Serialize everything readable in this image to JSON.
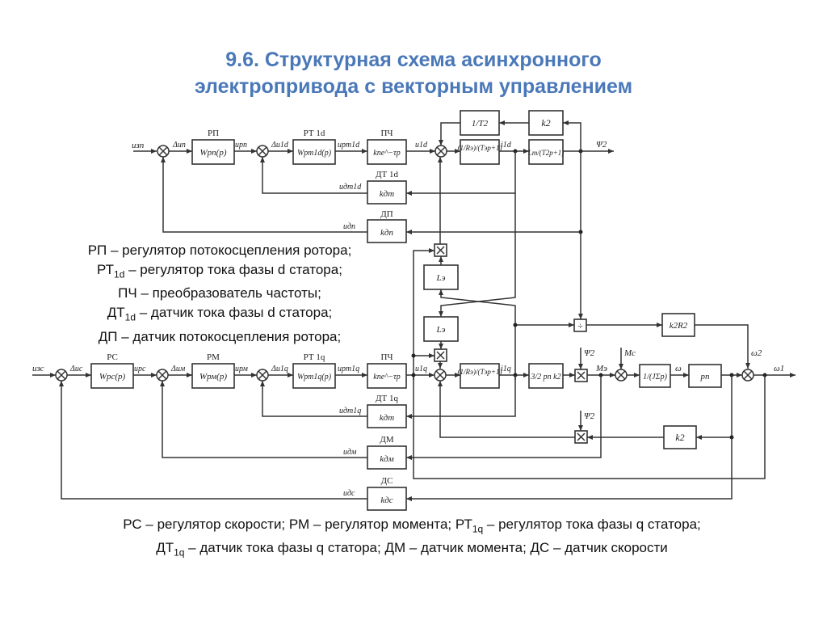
{
  "title": {
    "line1": "9.6. Структурная схема асинхронного",
    "line2": "электропривода с векторным управлением"
  },
  "legend_top": [
    {
      "abbr": "РП",
      "sub": "",
      "text": " – регулятор потокосцепления ротора;"
    },
    {
      "abbr": "РТ",
      "sub": "1d",
      "text": " – регулятор тока фазы d статора;"
    },
    {
      "abbr": "ПЧ",
      "sub": "",
      "text": " – преобразователь частоты;"
    },
    {
      "abbr": "ДТ",
      "sub": "1d",
      "text": " – датчик тока фазы d статора;"
    },
    {
      "abbr": "ДП",
      "sub": "",
      "text": " – датчик потокосцепления ротора;"
    }
  ],
  "legend_bottom": {
    "line1": [
      {
        "abbr": "РС",
        "sub": "",
        "text": " – регулятор скорости; "
      },
      {
        "abbr": "РМ",
        "sub": "",
        "text": " – регулятор момента; "
      },
      {
        "abbr": "РТ",
        "sub": "1q",
        "text": " – регулятор тока фазы q статора;"
      }
    ],
    "line2": [
      {
        "abbr": "ДТ",
        "sub": "1q",
        "text": " – датчик тока фазы q статора; "
      },
      {
        "abbr": "ДМ",
        "sub": "",
        "text": " – датчик момента; "
      },
      {
        "abbr": "ДС",
        "sub": "",
        "text": " – датчик скорости"
      }
    ]
  },
  "diagram": {
    "blocks": {
      "rp": {
        "caption": "РП",
        "tf": "Wрп(p)"
      },
      "rt1d": {
        "caption": "РТ 1d",
        "tf": "Wрт1d(p)"
      },
      "pch_d": {
        "caption": "ПЧ",
        "tf": "kпe^−τp"
      },
      "inv_t2": {
        "tf": "1/T2"
      },
      "k2_top": {
        "tf": "k2"
      },
      "stator_d": {
        "tf": "(1/Rэ)/(Tэp+1)"
      },
      "rotor_flux": {
        "tf": "Lm/(T2p+1)"
      },
      "dt1d": {
        "caption": "ДТ 1d",
        "tf": "kдт"
      },
      "dp": {
        "caption": "ДП",
        "tf": "kдп"
      },
      "le_top": {
        "tf": "Lэ"
      },
      "le_bot": {
        "tf": "Lэ"
      },
      "k2r2": {
        "tf": "k2R2"
      },
      "rs": {
        "caption": "РС",
        "tf": "Wрс(p)"
      },
      "rm": {
        "caption": "РМ",
        "tf": "Wрм(p)"
      },
      "rt1q": {
        "caption": "РТ 1q",
        "tf": "Wрт1q(p)"
      },
      "pch_q": {
        "caption": "ПЧ",
        "tf": "kпe^−τp"
      },
      "stator_q": {
        "tf": "(1/Rэ)/(Tэp+1)"
      },
      "torque_gain": {
        "tf": "3/2 pп k2"
      },
      "inertia": {
        "tf": "1/(JΣp)"
      },
      "pole_pairs": {
        "tf": "pп"
      },
      "k2_bot": {
        "tf": "k2"
      },
      "dt1q": {
        "caption": "ДТ 1q",
        "tf": "kдт"
      },
      "dm": {
        "caption": "ДМ",
        "tf": "kдм"
      },
      "ds": {
        "caption": "ДС",
        "tf": "kдс"
      }
    },
    "signals": {
      "u_zp": "uзп",
      "du_p": "Δuп",
      "u_rp": "uрп",
      "du_1d": "Δu1d",
      "u_rt1d": "uрт1d",
      "u_1d": "u1d",
      "i_1d": "i1d",
      "psi2": "Ψ2",
      "u_dt1d": "uдт1d",
      "u_dp": "uдп",
      "u_zs": "uзс",
      "du_s": "Δuс",
      "u_rs": "uрс",
      "du_m": "Δuм",
      "u_rm": "uрм",
      "du_1q": "Δu1q",
      "u_rt1q": "uрт1q",
      "u_1q": "u1q",
      "i_1q": "i1q",
      "psi2_a": "Ψ2",
      "psi2_b": "Ψ2",
      "m_e": "Mэ",
      "m_c": "Mс",
      "omega": "ω",
      "omega2": "ω2",
      "omega1": "ω1",
      "u_dt1q": "uдт1q",
      "u_dm": "uдм",
      "u_ds": "uдс",
      "minus": "–"
    }
  }
}
